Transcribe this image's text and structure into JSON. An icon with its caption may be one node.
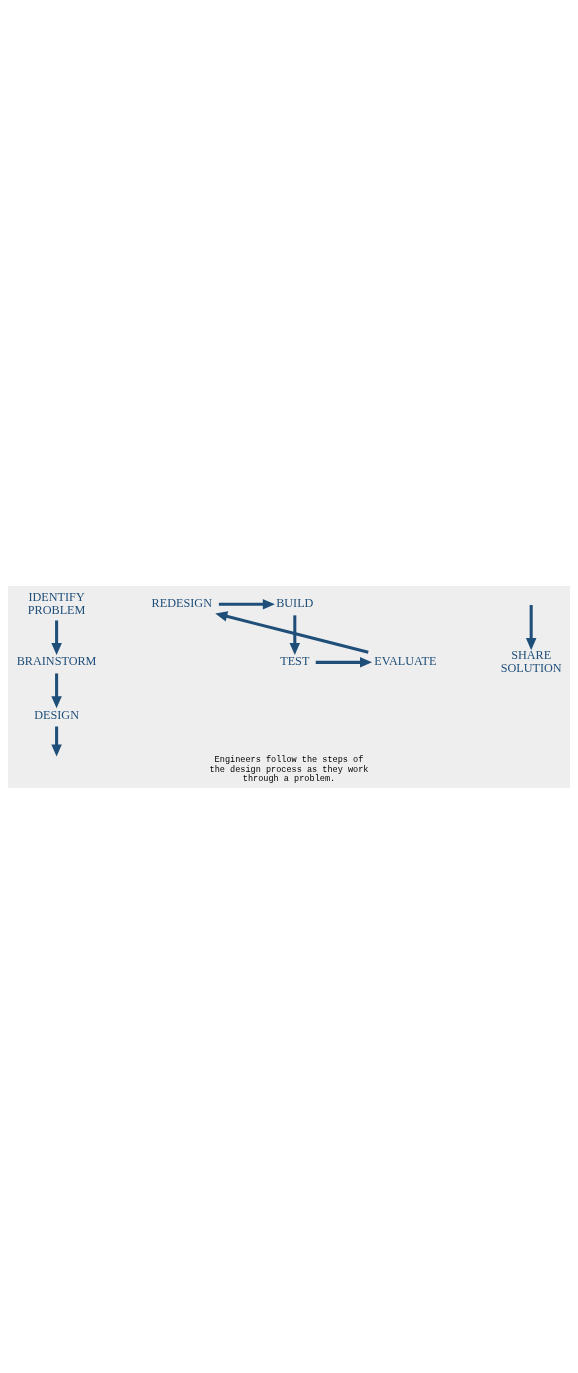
{
  "diagram": {
    "caption": "Engineers follow the steps of the design process as they work through a problem.",
    "nodes": [
      {
        "text": [
          "IDENTIFY PROBLEM"
        ]
      },
      {
        "text": [
          "BRAINSTORM"
        ]
      },
      {
        "text": [
          "DESIGN"
        ]
      },
      {
        "text": [
          "REDESIGN"
        ]
      },
      {
        "text": [
          "BUILD"
        ]
      },
      {
        "text": [
          "EVALUATE"
        ]
      },
      {
        "text": [
          "TEST"
        ]
      },
      {
        "text": [
          "SHARE SOLUTION"
        ]
      }
    ],
    "edges": [
      {
        "from": 0,
        "to": 1,
        "arrow": "to"
      },
      {
        "from": 1,
        "to": 2,
        "arrow": "to"
      },
      {
        "from": 2,
        "to": null,
        "arrow": "to"
      },
      {
        "from": 3,
        "to": 4,
        "arrow": "to"
      },
      {
        "from": 4,
        "to": 6,
        "arrow": "to"
      },
      {
        "from": 6,
        "to": 5,
        "arrow": "to"
      },
      {
        "from": 5,
        "to": 3,
        "arrow": "to"
      },
      {
        "from": null,
        "to": 7,
        "arrow": "to"
      }
    ]
  }
}
